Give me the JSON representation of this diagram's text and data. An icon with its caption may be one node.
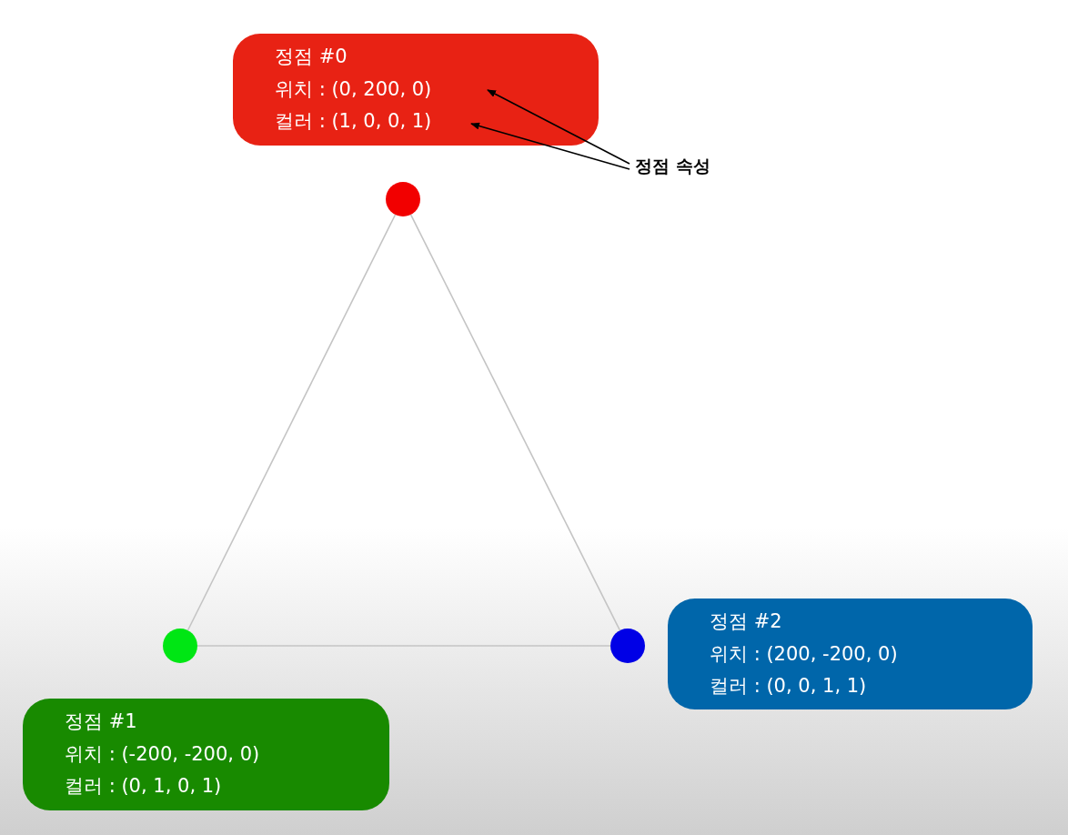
{
  "diagram": {
    "nodes": [
      {
        "text": [
          "정점 #0",
          "위치 : (0, 200, 0)",
          "컬러 : (1, 0, 0, 1)"
        ]
      },
      {
        "text": [
          "정점 속성"
        ]
      },
      {
        "text": [],
        "shape": "circle"
      },
      {
        "text": [],
        "shape": "circle"
      },
      {
        "text": [],
        "shape": "circle"
      },
      {
        "text": [
          "정점 #2",
          "위치 : (200, -200, 0)",
          "컬러 : (0, 0, 1, 1)"
        ]
      },
      {
        "text": [
          "정점 #1",
          "위치 : (-200, -200, 0)",
          "컬러 : (0, 1, 0, 1)"
        ]
      }
    ],
    "edges": [
      {
        "from": 2,
        "to": 3,
        "arrow": "none"
      },
      {
        "from": 3,
        "to": 4,
        "arrow": "none"
      },
      {
        "from": 4,
        "to": 2,
        "arrow": "none"
      },
      {
        "from": 1,
        "to": 0,
        "arrow": "to",
        "color": "#000000"
      },
      {
        "from": 1,
        "to": 0,
        "arrow": "to",
        "color": "#000000"
      }
    ]
  }
}
